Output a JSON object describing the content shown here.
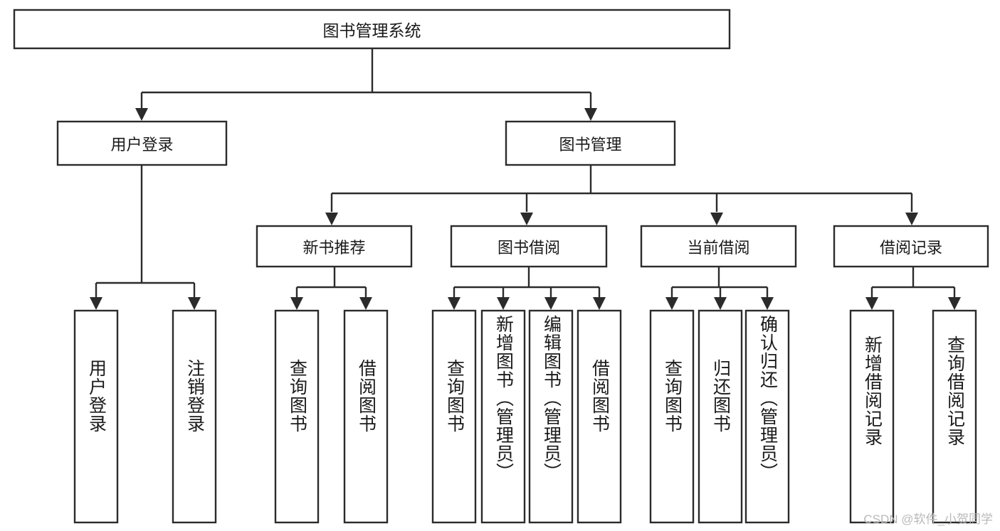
{
  "diagram": {
    "type": "tree",
    "title": "图书管理系统",
    "watermark": "CSDN @软件_小贺同学",
    "root": {
      "id": "root",
      "label": "图书管理系统",
      "orientation": "horizontal"
    },
    "level2": [
      {
        "id": "user-login",
        "label": "用户登录",
        "orientation": "horizontal"
      },
      {
        "id": "book-manage",
        "label": "图书管理",
        "orientation": "horizontal"
      }
    ],
    "level3": [
      {
        "id": "new-book-recommend",
        "label": "新书推荐",
        "orientation": "horizontal",
        "parent": "book-manage"
      },
      {
        "id": "book-borrow",
        "label": "图书借阅",
        "orientation": "horizontal",
        "parent": "book-manage"
      },
      {
        "id": "current-borrow",
        "label": "当前借阅",
        "orientation": "horizontal",
        "parent": "book-manage"
      },
      {
        "id": "borrow-record",
        "label": "借阅记录",
        "orientation": "horizontal",
        "parent": "book-manage"
      }
    ],
    "leaves": [
      {
        "id": "leaf-user-login",
        "label": "用户登录",
        "orientation": "vertical",
        "parent": "user-login"
      },
      {
        "id": "leaf-logout",
        "label": "注销登录",
        "orientation": "vertical",
        "parent": "user-login"
      },
      {
        "id": "leaf-query-book-1",
        "label": "查询图书",
        "orientation": "vertical",
        "parent": "new-book-recommend"
      },
      {
        "id": "leaf-borrow-book-1",
        "label": "借阅图书",
        "orientation": "vertical",
        "parent": "new-book-recommend"
      },
      {
        "id": "leaf-query-book-2",
        "label": "查询图书",
        "orientation": "vertical",
        "parent": "book-borrow"
      },
      {
        "id": "leaf-add-book",
        "label": "新增图书（管理员）",
        "orientation": "vertical",
        "parent": "book-borrow"
      },
      {
        "id": "leaf-edit-book",
        "label": "编辑图书（管理员）",
        "orientation": "vertical",
        "parent": "book-borrow"
      },
      {
        "id": "leaf-borrow-book-2",
        "label": "借阅图书",
        "orientation": "vertical",
        "parent": "book-borrow"
      },
      {
        "id": "leaf-query-book-3",
        "label": "查询图书",
        "orientation": "vertical",
        "parent": "current-borrow"
      },
      {
        "id": "leaf-return-book",
        "label": "归还图书",
        "orientation": "vertical",
        "parent": "current-borrow"
      },
      {
        "id": "leaf-confirm-return",
        "label": "确认归还（管理员）",
        "orientation": "vertical",
        "parent": "current-borrow"
      },
      {
        "id": "leaf-add-record",
        "label": "新增借阅记录",
        "orientation": "vertical",
        "parent": "borrow-record"
      },
      {
        "id": "leaf-query-record",
        "label": "查询借阅记录",
        "orientation": "vertical",
        "parent": "borrow-record"
      }
    ],
    "colors": {
      "box_stroke": "#2b2b2b",
      "box_fill": "#ffffff",
      "text": "#1a1a1a",
      "background": "#ffffff",
      "watermark": "#b9b9b9"
    }
  }
}
